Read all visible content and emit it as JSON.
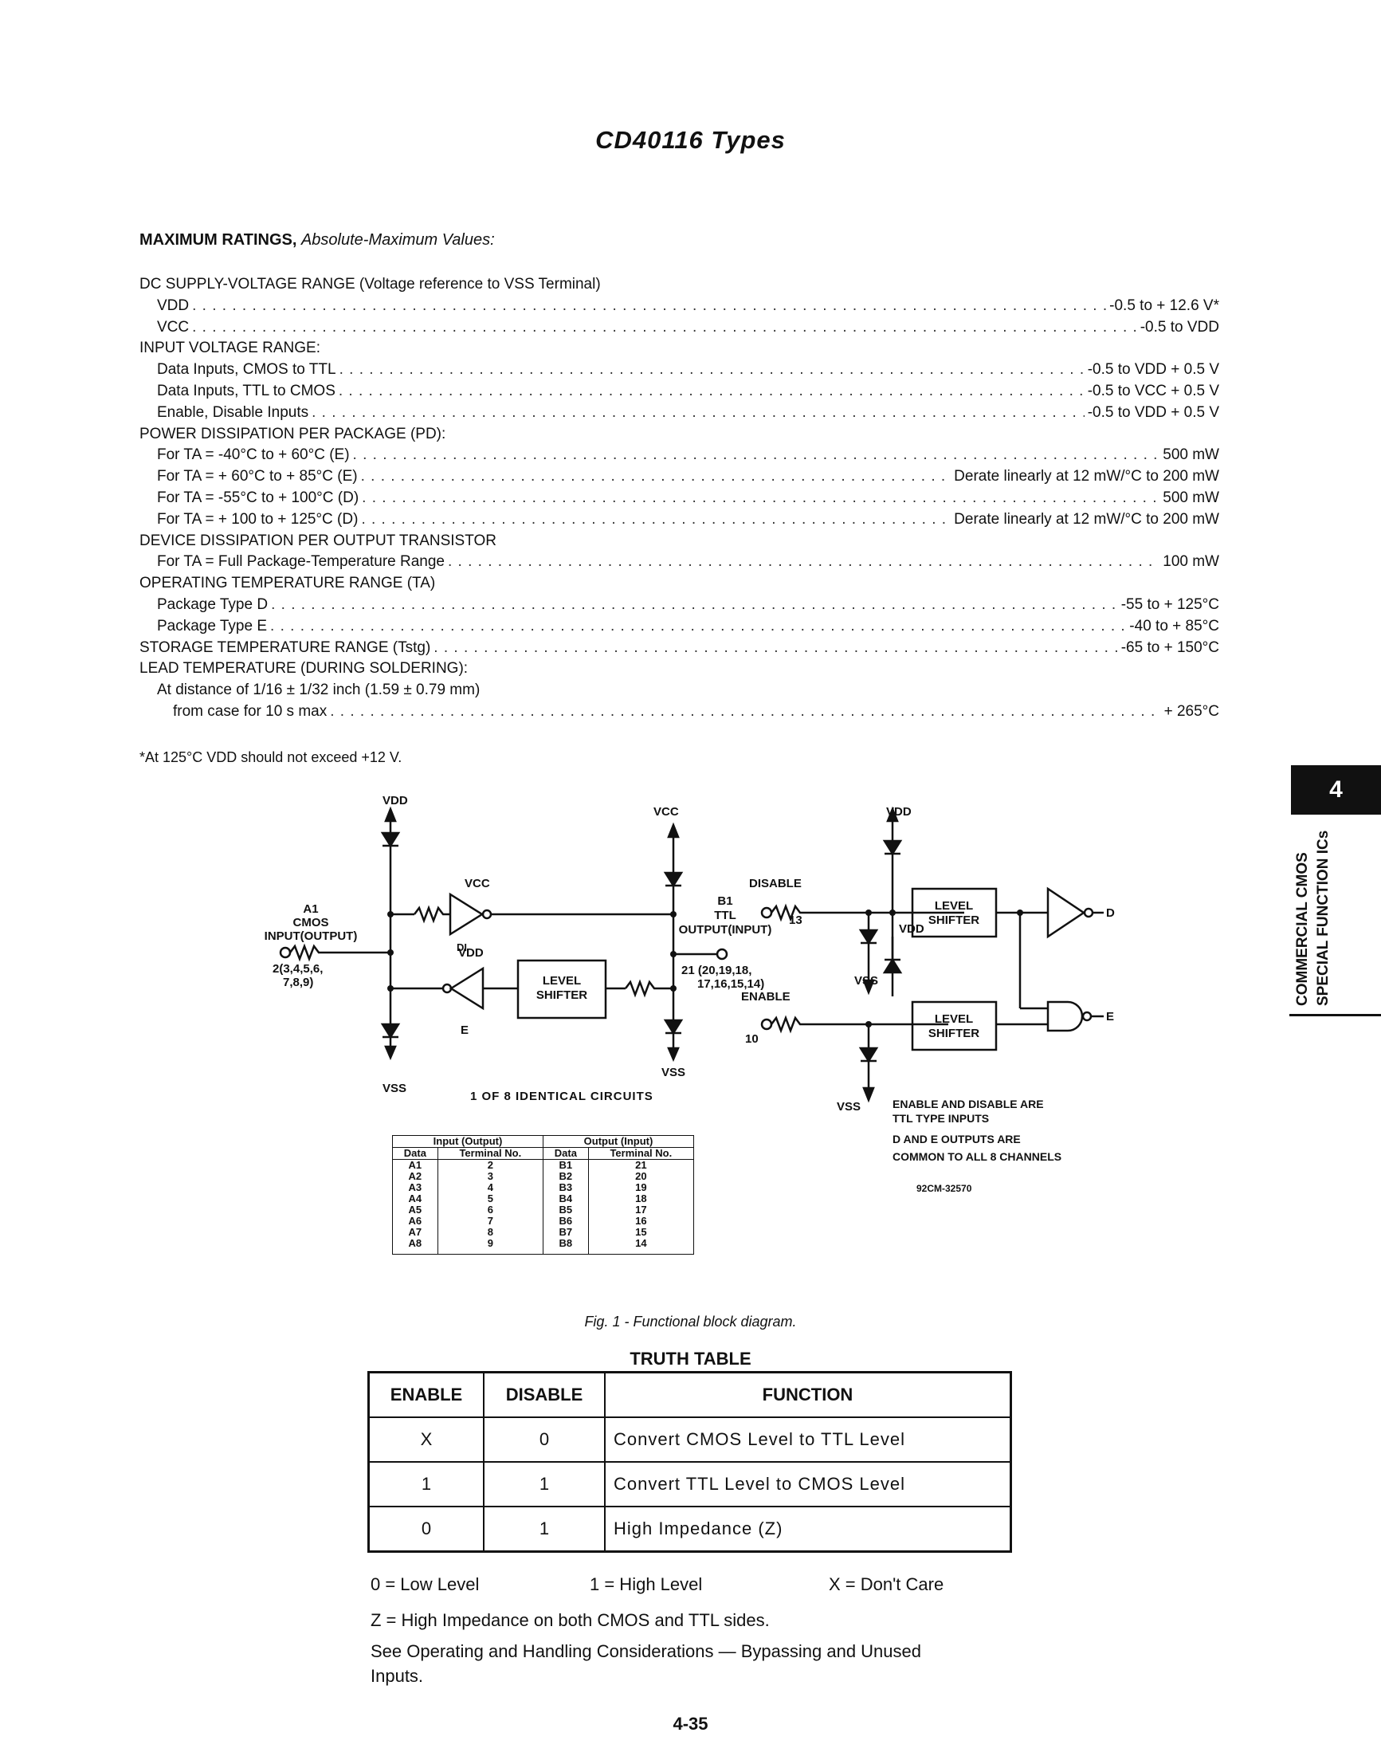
{
  "title": "CD40116 Types",
  "max_ratings": {
    "heading": "MAXIMUM RATINGS,",
    "subheading": "Absolute-Maximum Values:",
    "rows": [
      {
        "indent": 0,
        "label": "DC SUPPLY-VOLTAGE RANGE (Voltage reference to VSS Terminal)",
        "value": ""
      },
      {
        "indent": 1,
        "label": "VDD",
        "value": "-0.5 to + 12.6 V*"
      },
      {
        "indent": 1,
        "label": "VCC",
        "value": "-0.5 to VDD"
      },
      {
        "indent": 0,
        "label": "INPUT VOLTAGE RANGE:",
        "value": ""
      },
      {
        "indent": 1,
        "label": "Data Inputs, CMOS to TTL",
        "value": "-0.5 to VDD + 0.5 V"
      },
      {
        "indent": 1,
        "label": "Data Inputs, TTL to CMOS",
        "value": "-0.5 to VCC + 0.5 V"
      },
      {
        "indent": 1,
        "label": "Enable, Disable Inputs",
        "value": "-0.5 to VDD + 0.5 V"
      },
      {
        "indent": 0,
        "label": "POWER DISSIPATION PER PACKAGE (PD):",
        "value": ""
      },
      {
        "indent": 1,
        "label": "For TA = -40°C to + 60°C (E)",
        "value": "500 mW"
      },
      {
        "indent": 1,
        "label": "For TA = + 60°C to + 85°C (E)",
        "value": "Derate linearly at 12 mW/°C to 200 mW"
      },
      {
        "indent": 1,
        "label": "For TA = -55°C to + 100°C (D)",
        "value": "500 mW"
      },
      {
        "indent": 1,
        "label": "For TA = + 100 to + 125°C (D)",
        "value": "Derate linearly at 12 mW/°C to 200 mW"
      },
      {
        "indent": 0,
        "label": "DEVICE DISSIPATION PER OUTPUT TRANSISTOR",
        "value": ""
      },
      {
        "indent": 1,
        "label": "For TA = Full Package-Temperature Range",
        "value": "100 mW"
      },
      {
        "indent": 0,
        "label": "OPERATING TEMPERATURE RANGE (TA)",
        "value": ""
      },
      {
        "indent": 1,
        "label": "Package Type D",
        "value": "-55 to + 125°C"
      },
      {
        "indent": 1,
        "label": "Package Type E",
        "value": "-40 to + 85°C"
      },
      {
        "indent": 0,
        "label": "STORAGE TEMPERATURE RANGE (Tstg)",
        "value": "-65 to + 150°C"
      },
      {
        "indent": 0,
        "label": "LEAD TEMPERATURE (DURING SOLDERING):",
        "value": ""
      },
      {
        "indent": 1,
        "label": "At distance of 1/16 ± 1/32 inch (1.59 ± 0.79 mm)",
        "value": ""
      },
      {
        "indent": 2,
        "label": "from case for 10 s max",
        "value": "+ 265°C"
      }
    ],
    "note": "*At 125°C VDD should not exceed +12 V."
  },
  "side_tab": {
    "number": "4",
    "line1": "COMMERCIAL CMOS",
    "line2": "SPECIAL FUNCTION ICs"
  },
  "diagram": {
    "labels": {
      "vdd": "VDD",
      "vcc": "VCC",
      "vss": "VSS",
      "a1": "A1",
      "cmos": "CMOS",
      "input_output": "INPUT(OUTPUT)",
      "a_pins": "2(3,4,5,6,",
      "a_pins2": "7,8,9)",
      "b1": "B1",
      "ttl": "TTL",
      "output_input": "OUTPUT(INPUT)",
      "b_pins": "21 (20,19,18,",
      "b_pins2": "17,16,15,14)",
      "disable": "DISABLE",
      "disable_pin": "13",
      "enable": "ENABLE",
      "enable_pin": "10",
      "level": "LEVEL",
      "shifter": "SHIFTER",
      "d_bar": "D",
      "e_bar": "E",
      "di_bar": "DI",
      "identical": "1 OF 8 IDENTICAL CIRCUITS",
      "note1": "ENABLE AND DISABLE ARE",
      "note2": "TTL TYPE INPUTS",
      "note3": "D AND E OUTPUTS ARE",
      "note4": "COMMON TO ALL 8 CHANNELS",
      "code": "92CM-32570"
    },
    "pin_table": {
      "group1": "Input (Output)",
      "group2": "Output (Input)",
      "headers": [
        "Data",
        "Terminal No.",
        "Data",
        "Terminal No."
      ],
      "rows": [
        [
          "A1",
          "2",
          "B1",
          "21"
        ],
        [
          "A2",
          "3",
          "B2",
          "20"
        ],
        [
          "A3",
          "4",
          "B3",
          "19"
        ],
        [
          "A4",
          "5",
          "B4",
          "18"
        ],
        [
          "A5",
          "6",
          "B5",
          "17"
        ],
        [
          "A6",
          "7",
          "B6",
          "16"
        ],
        [
          "A7",
          "8",
          "B7",
          "15"
        ],
        [
          "A8",
          "9",
          "B8",
          "14"
        ]
      ]
    },
    "caption": "Fig. 1 - Functional block diagram."
  },
  "truth_table": {
    "title": "TRUTH TABLE",
    "headers": [
      "ENABLE",
      "DISABLE",
      "FUNCTION"
    ],
    "rows": [
      [
        "X",
        "0",
        "Convert CMOS Level to TTL Level"
      ],
      [
        "1",
        "1",
        "Convert TTL Level to CMOS Level"
      ],
      [
        "0",
        "1",
        "High Impedance (Z)"
      ]
    ],
    "legend": [
      "0 = Low Level",
      "1 = High Level",
      "X = Don't Care"
    ],
    "note1": "Z = High Impedance on both CMOS and TTL sides.",
    "note2": "See Operating and Handling Considerations — Bypassing and Unused Inputs."
  },
  "page_number": "4-35"
}
